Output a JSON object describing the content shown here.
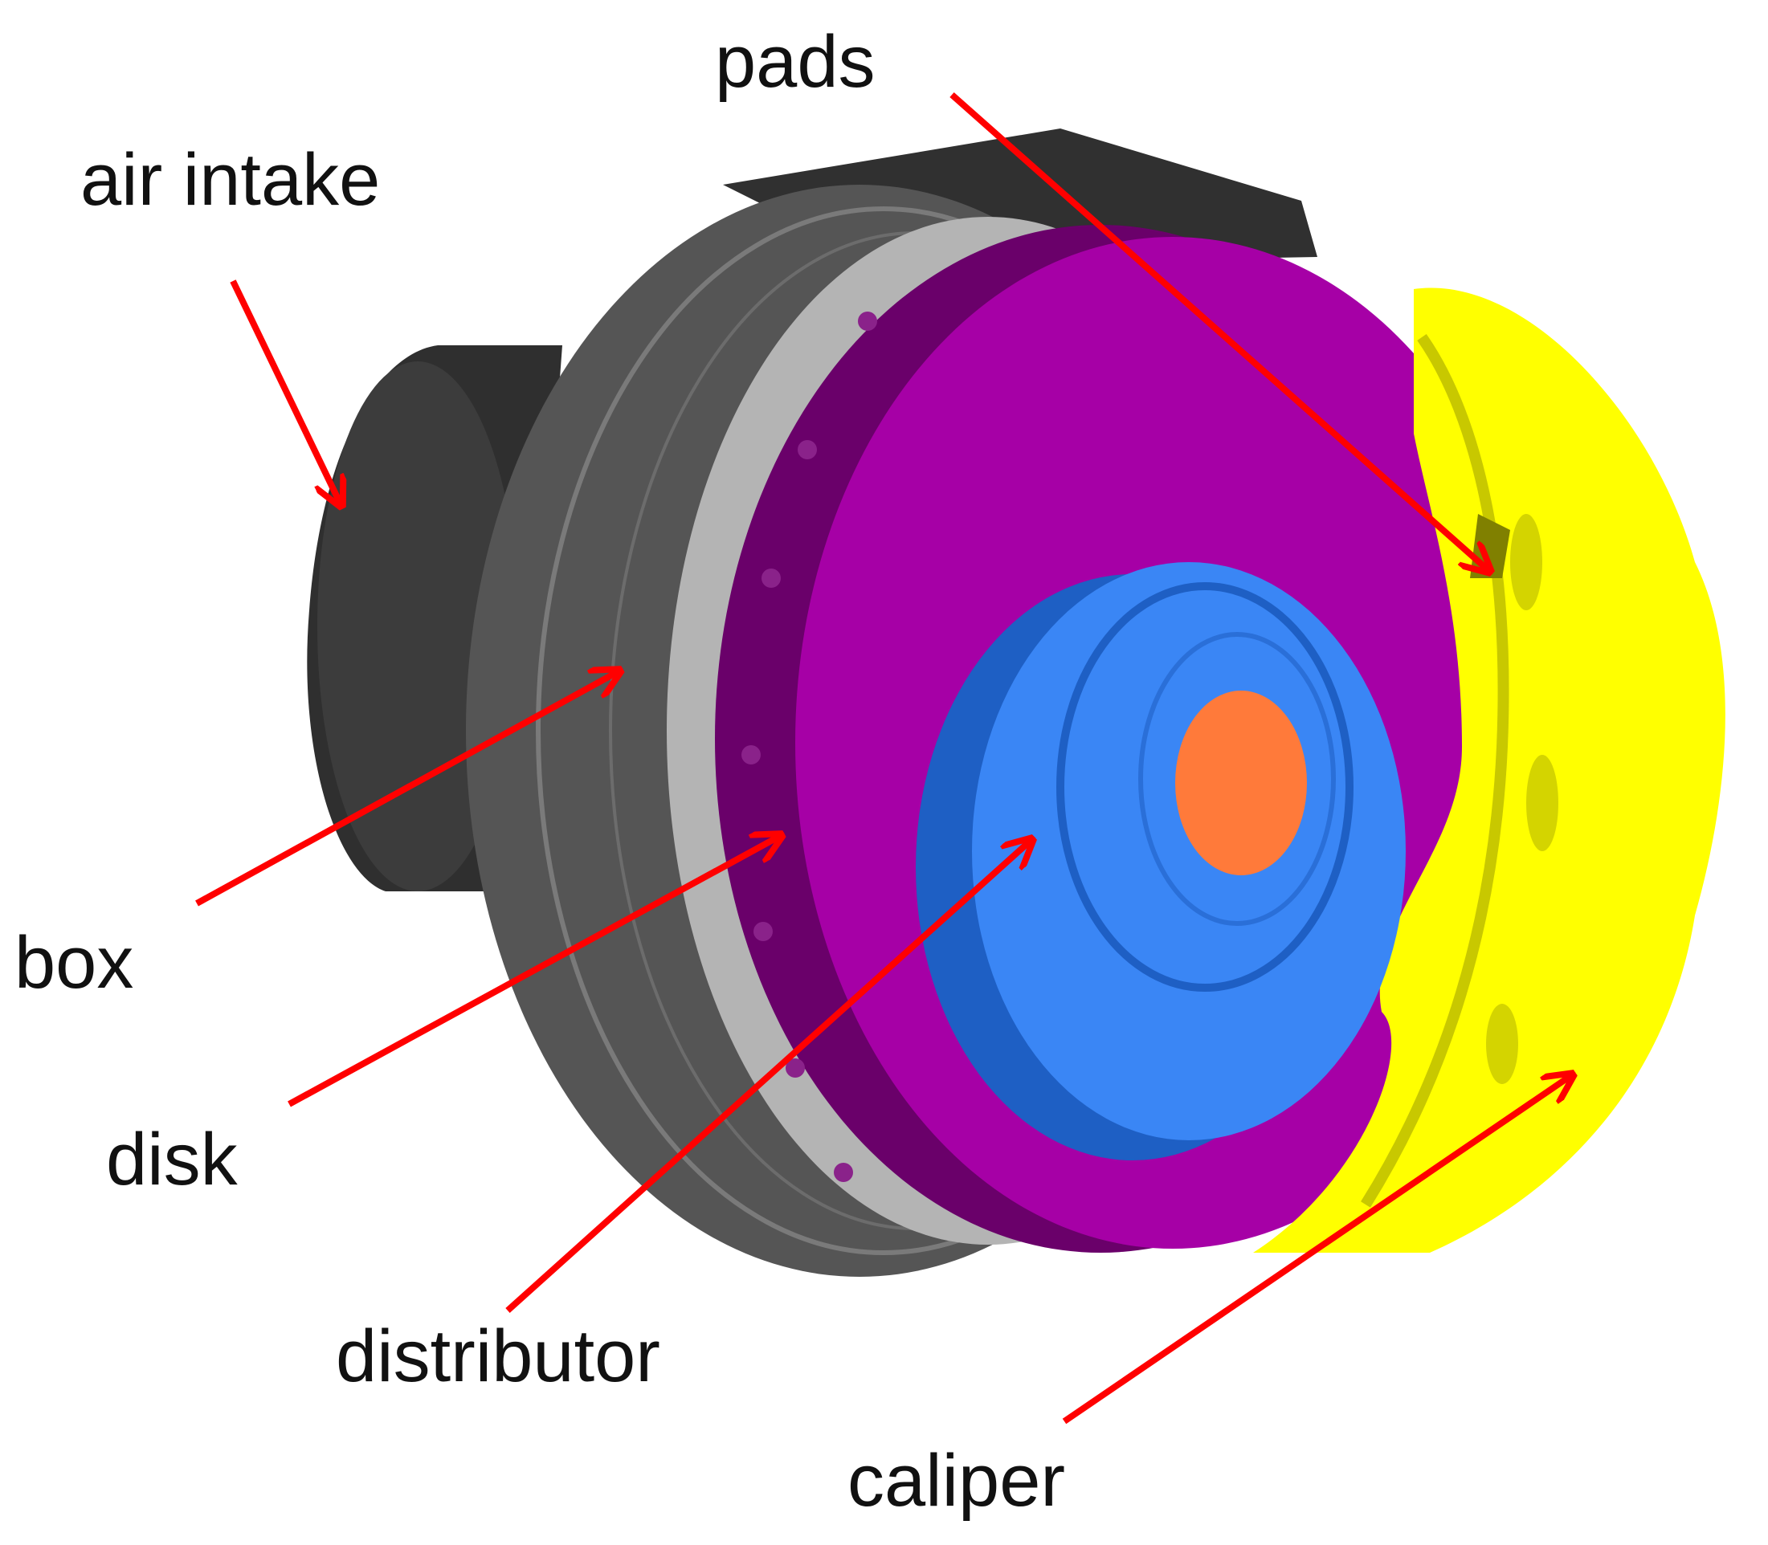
{
  "labels": {
    "pads": "pads",
    "air_intake": "air intake",
    "box": "box",
    "disk": "disk",
    "distributor": "distributor",
    "caliper": "caliper"
  },
  "colors": {
    "box": "#5a5a5a",
    "box_dark": "#3a3a3a",
    "box_top": "#303030",
    "rim": "#b4b4b4",
    "disk": "#a600a6",
    "disk_dark": "#6a006a",
    "distributor": "#3a86f5",
    "distributor_dark": "#1e5fc4",
    "hub": "#ff7a3a",
    "caliper": "#ffff00",
    "caliper_dark": "#d4d400",
    "arrow": "#ff0000"
  }
}
